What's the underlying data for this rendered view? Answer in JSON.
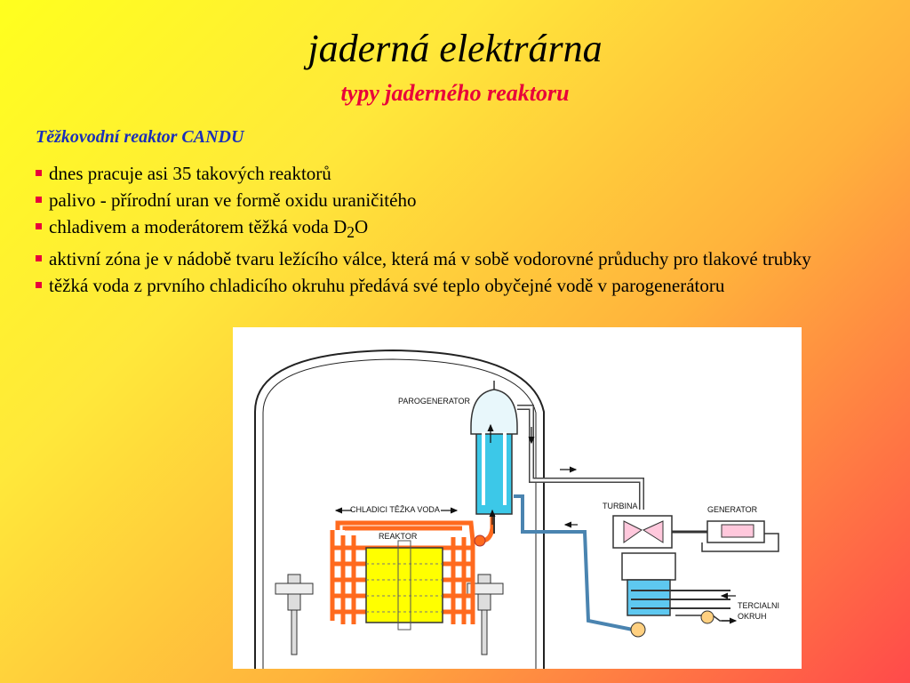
{
  "title": "jaderná elektrárna",
  "subtitle": "typy jaderného reaktoru",
  "heading": "Těžkovodní reaktor CANDU",
  "bullets": {
    "b1": "dnes pracuje asi 35 takových reaktorů",
    "b2": "palivo - přírodní uran ve formě oxidu uraničitého",
    "b3_pre": "chladivem a moderátorem těžká voda D",
    "b3_sub": "2",
    "b3_post": "O",
    "b4": "aktivní zóna je v nádobě tvaru ležícího válce, která má v sobě vodorovné průduchy pro tlakové trubky",
    "b5": "těžká voda z prvního chladicího okruhu předává své teplo obyčejné vodě v parogenerátoru"
  },
  "diagram": {
    "labels": {
      "parogenerator": "PAROGENERATOR",
      "chladici": "CHLADICI TĚŽKA VODA",
      "reaktor": "REAKTOR",
      "turbina": "TURBINA",
      "generator": "GENERATOR",
      "tercialni": "TERCIALNI",
      "okruh": "OKRUH"
    },
    "colors": {
      "steam_generator": "#3cc8e8",
      "primary_loop": "#ff6a1e",
      "fuel": "#ffff00",
      "condenser": "#5ec8f0",
      "generator": "#ffc8dc"
    }
  }
}
